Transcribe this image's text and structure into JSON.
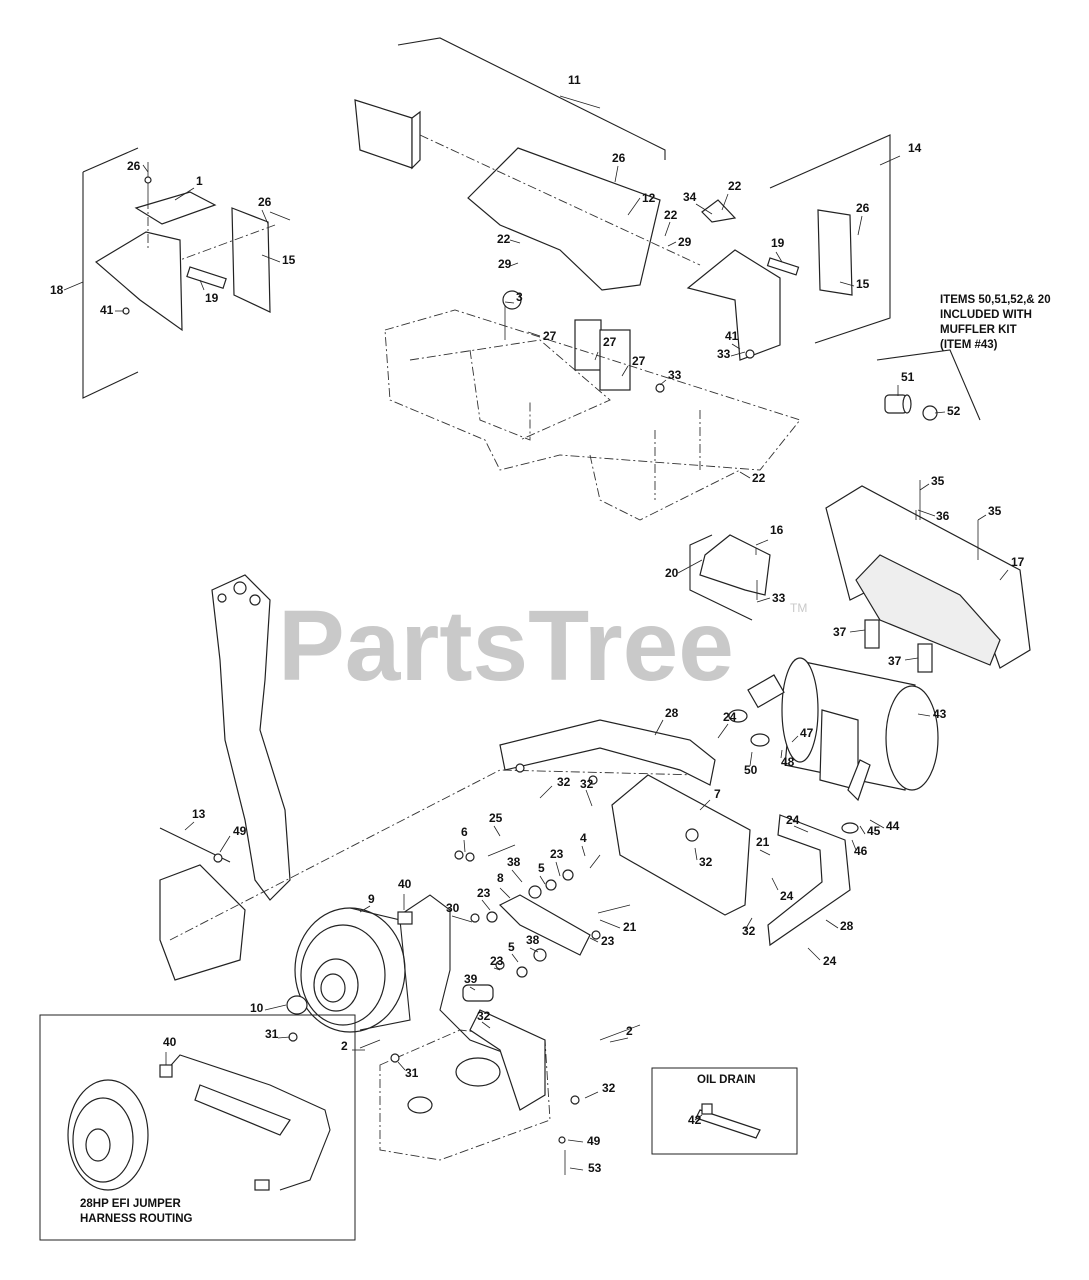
{
  "watermark": {
    "text": "PartsTree",
    "tm": "TM"
  },
  "callouts": [
    {
      "id": "c11",
      "label": "11"
    },
    {
      "id": "c14",
      "label": "14"
    },
    {
      "id": "c26a",
      "label": "26"
    },
    {
      "id": "c1",
      "label": "1"
    },
    {
      "id": "c26b",
      "label": "26"
    },
    {
      "id": "c15a",
      "label": "15"
    },
    {
      "id": "c18",
      "label": "18"
    },
    {
      "id": "c41a",
      "label": "41"
    },
    {
      "id": "c19a",
      "label": "19"
    },
    {
      "id": "c26c",
      "label": "26"
    },
    {
      "id": "c12",
      "label": "12"
    },
    {
      "id": "c22a",
      "label": "22"
    },
    {
      "id": "c29a",
      "label": "29"
    },
    {
      "id": "c22b",
      "label": "22"
    },
    {
      "id": "c29b",
      "label": "29"
    },
    {
      "id": "c34",
      "label": "34"
    },
    {
      "id": "c22c",
      "label": "22"
    },
    {
      "id": "c3",
      "label": "3"
    },
    {
      "id": "c27a",
      "label": "27"
    },
    {
      "id": "c27b",
      "label": "27"
    },
    {
      "id": "c27c",
      "label": "27"
    },
    {
      "id": "c33a",
      "label": "33"
    },
    {
      "id": "c19b",
      "label": "19"
    },
    {
      "id": "c41b",
      "label": "41"
    },
    {
      "id": "c33b",
      "label": "33"
    },
    {
      "id": "c26d",
      "label": "26"
    },
    {
      "id": "c15b",
      "label": "15"
    },
    {
      "id": "c22d",
      "label": "22"
    },
    {
      "id": "c51",
      "label": "51"
    },
    {
      "id": "c52",
      "label": "52"
    },
    {
      "id": "c35a",
      "label": "35"
    },
    {
      "id": "c36",
      "label": "36"
    },
    {
      "id": "c35b",
      "label": "35"
    },
    {
      "id": "c17",
      "label": "17"
    },
    {
      "id": "c16",
      "label": "16"
    },
    {
      "id": "c20",
      "label": "20"
    },
    {
      "id": "c33c",
      "label": "33"
    },
    {
      "id": "c37a",
      "label": "37"
    },
    {
      "id": "c37b",
      "label": "37"
    },
    {
      "id": "c43",
      "label": "43"
    },
    {
      "id": "c28a",
      "label": "28"
    },
    {
      "id": "c24a",
      "label": "24"
    },
    {
      "id": "c47",
      "label": "47"
    },
    {
      "id": "c48",
      "label": "48"
    },
    {
      "id": "c50",
      "label": "50"
    },
    {
      "id": "c32a",
      "label": "32"
    },
    {
      "id": "c32b",
      "label": "32"
    },
    {
      "id": "c7",
      "label": "7"
    },
    {
      "id": "c24b",
      "label": "24"
    },
    {
      "id": "c44",
      "label": "44"
    },
    {
      "id": "c45",
      "label": "45"
    },
    {
      "id": "c46",
      "label": "46"
    },
    {
      "id": "c13",
      "label": "13"
    },
    {
      "id": "c49a",
      "label": "49"
    },
    {
      "id": "c6",
      "label": "6"
    },
    {
      "id": "c25",
      "label": "25"
    },
    {
      "id": "c4",
      "label": "4"
    },
    {
      "id": "c38a",
      "label": "38"
    },
    {
      "id": "c5a",
      "label": "5"
    },
    {
      "id": "c23a",
      "label": "23"
    },
    {
      "id": "c32c",
      "label": "32"
    },
    {
      "id": "c21a",
      "label": "21"
    },
    {
      "id": "c24c",
      "label": "24"
    },
    {
      "id": "c40a",
      "label": "40"
    },
    {
      "id": "c9",
      "label": "9"
    },
    {
      "id": "c8",
      "label": "8"
    },
    {
      "id": "c30",
      "label": "30"
    },
    {
      "id": "c23b",
      "label": "23"
    },
    {
      "id": "c21b",
      "label": "21"
    },
    {
      "id": "c23c",
      "label": "23"
    },
    {
      "id": "c32d",
      "label": "32"
    },
    {
      "id": "c28b",
      "label": "28"
    },
    {
      "id": "c24d",
      "label": "24"
    },
    {
      "id": "c5b",
      "label": "5"
    },
    {
      "id": "c38b",
      "label": "38"
    },
    {
      "id": "c23d",
      "label": "23"
    },
    {
      "id": "c39",
      "label": "39"
    },
    {
      "id": "c10",
      "label": "10"
    },
    {
      "id": "c32e",
      "label": "32"
    },
    {
      "id": "c2a",
      "label": "2"
    },
    {
      "id": "c31a",
      "label": "31"
    },
    {
      "id": "c2b",
      "label": "2"
    },
    {
      "id": "c31b",
      "label": "31"
    },
    {
      "id": "c32f",
      "label": "32"
    },
    {
      "id": "c49b",
      "label": "49"
    },
    {
      "id": "c53",
      "label": "53"
    },
    {
      "id": "c40b",
      "label": "40"
    },
    {
      "id": "c42",
      "label": "42"
    }
  ],
  "notes": {
    "muffler_kit": [
      "ITEMS 50,51,52,& 20",
      "INCLUDED WITH",
      "MUFFLER KIT",
      "(ITEM #43)"
    ],
    "oil_drain": "OIL DRAIN",
    "efi_harness": [
      "28HP EFI JUMPER",
      "HARNESS ROUTING"
    ]
  }
}
